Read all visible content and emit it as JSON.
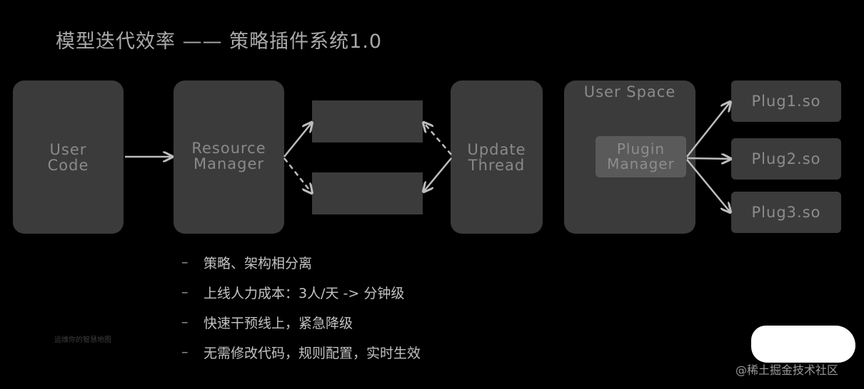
{
  "title": "模型迭代效率 —— 策略插件系统1.0",
  "boxes": {
    "user_code": "User\nCode",
    "resource_manager": "Resource\nManager",
    "update_thread": "Update\nThread",
    "user_space": "User Space",
    "plugin_manager": "Plugin\nManager"
  },
  "plugins": [
    "Plug1.so",
    "Plug2.so",
    "Plug3.so"
  ],
  "bullets": [
    "策略、架构相分离",
    "上线人力成本：3人/天 -> 分钟级",
    "快速干预线上，紧急降级",
    "无需修改代码，规则配置，实时生效"
  ],
  "bullet_marker": "–",
  "footnote": "运维你的智慧地图",
  "watermark": "@稀土掘金技术社区",
  "colors": {
    "background": "#000000",
    "box": "#3b3b3b",
    "plugin_manager": "#5a5a5a",
    "arrow": "#bdbdbd",
    "text": "#8a8a8a"
  }
}
